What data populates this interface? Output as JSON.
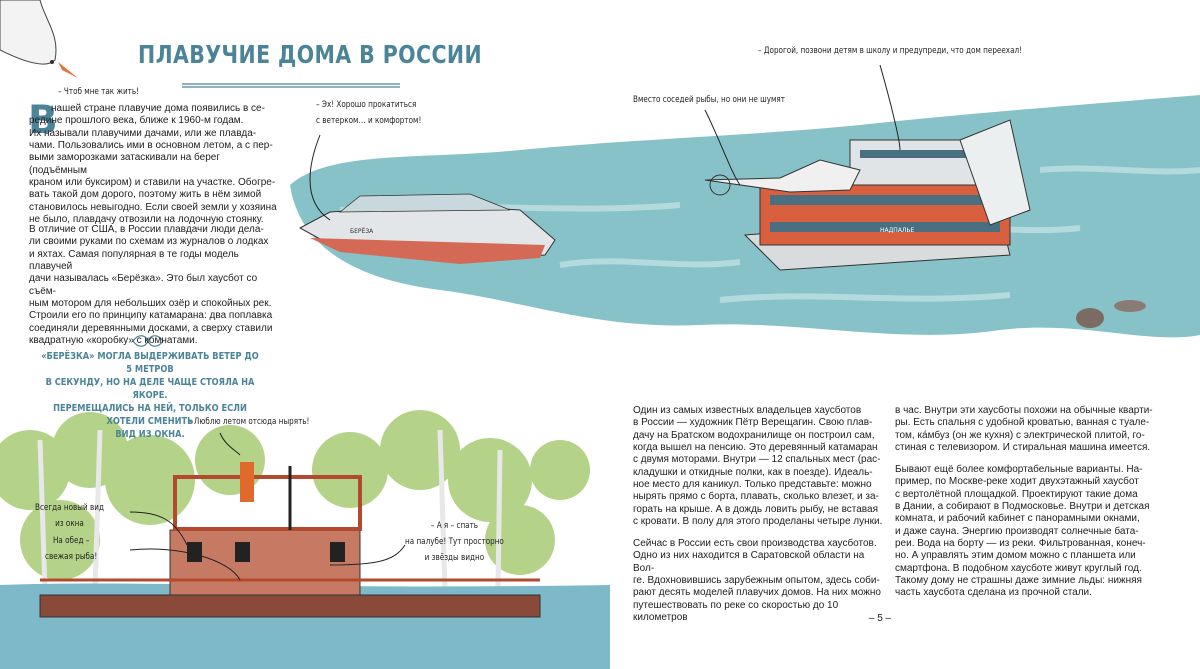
{
  "title": "ПЛАВУЧИЕ ДОМА В РОССИИ",
  "colors": {
    "accent": "#4b8499",
    "water": "#7fbcc4",
    "boat_red": "#c9553a",
    "birch_green": "#9cc56a"
  },
  "left": {
    "drop_cap": "В",
    "paragraph1": " нашей стране плавучие дома появились в се-\nредине прошлого века, ближе к 1960-м годам.\nИх называли плавучими дачами, или же плавда-\nчами. Пользовались ими в основном летом, а с пер-\nвыми заморозками затаскивали на берег (подъёмным\nкраном или буксиром) и ставили на участке. Обогре-\nвать такой дом дорого, поэтому жить в нём зимой\nстановилось невыгодно. Если своей земли у хозяина\nне было, плавдачу отвозили на лодочную стоянку.",
    "paragraph2": "В отличие от США, в России плавдачи люди дела-\nли своими руками по схемам из журналов о лодках\nи яхтах. Самая популярная в те годы модель плавучей\nдачи называлась «Берёзка». Это был хаусбот со съём-\nным мотором для небольших озёр и спокойных рек.\nСтроили его по принципу катамарана: два поплавка\nсоединяли деревянными досками, а сверху ставили\nквадратную «коробку» с комнатами.",
    "caption": "«БЕРЁЗКА» МОГЛА ВЫДЕРЖИВАТЬ ВЕТЕР ДО 5 МЕТРОВ\nВ СЕКУНДУ, НО НА ДЕЛЕ ЧАЩЕ СТОЯЛА НА ЯКОРЕ.\nПЕРЕМЕЩАЛИСЬ НА НЕЙ, ТОЛЬКО ЕСЛИ ХОТЕЛИ СМЕНИТЬ\nВИД ИЗ ОКНА."
  },
  "speech": {
    "seagull": "– Чтоб мне так жить!",
    "speedboat": "– Эх! Хорошо прокатиться\nс ветерком… и комфортом!",
    "fish": "Вместо соседей рыбы, но они не шумят",
    "helipad_boat": "– Дорогой, позвони детям в школу и предупреди, что дом переехал!",
    "dive": "– Люблю летом отсюда нырять!",
    "view": "Всегда новый вид\nиз окна",
    "lunch": "На обед –\nсвежая рыба!",
    "deck": "– А я – спать\nна палубе! Тут просторно\nи звёзды видно"
  },
  "boat_labels": {
    "speedboat": "БЕРЁЗА",
    "houseboat": "НАДПАЛЬЕ"
  },
  "right": {
    "col1_p1": "Один из самых известных владельцев хаусботов\nв России — художник Пётр Верещагин. Свою плав-\nдачу на Братском водохранилище он построил сам,\nкогда вышел на пенсию. Это деревянный катамаран\nс двумя моторами. Внутри — 12 спальных мест (рас-\nкладушки и откидные полки, как в поезде). Идеаль-\nное место для каникул. Только представьте: можно\nнырять прямо с борта, плавать, сколько влезет, и за-\nгорать на крыше. А в дождь ловить рыбу, не вставая\nс кровати. В полу для этого проделаны четыре лунки.",
    "col1_p2": "Сейчас в России есть свои производства хаусботов.\nОдно из них находится в Саратовской области на Вол-\nге. Вдохновившись зарубежным опытом, здесь соби-\nрают десять моделей плавучих домов. На них можно\nпутешествовать по реке со скоростью до 10 километров",
    "col2_p1": "в час. Внутри эти хаусботы похожи на обычные кварти-\nры. Есть спальня с удобной кроватью, ванная с туале-\nтом, ка́мбуз (он же кухня) с электрической плитой, го-\nстиная с телевизором. И стиральная машина имеется.",
    "col2_p2": "Бывают ещё более комфортабельные варианты. На-\nпример, по Москве-реке ходит двухэтажный хаусбот\nс вертолётной площадкой. Проектируют такие дома\nв Дании, а собирают в Подмосковье. Внутри и детская\nкомната, и рабочий кабинет с панорамными окнами,\nи даже сауна. Энергию производят солнечные бата-\nреи. Вода на борту — из реки. Фильтрованная, конеч-\nно. А управлять этим домом можно с планшета или\nсмартфона. В подобном хаусботе живут круглый год.\nТакому дому не страшны даже зимние льды: нижняя\nчасть хаусбота сделана из прочной стали."
  },
  "page_number": "– 5 –"
}
